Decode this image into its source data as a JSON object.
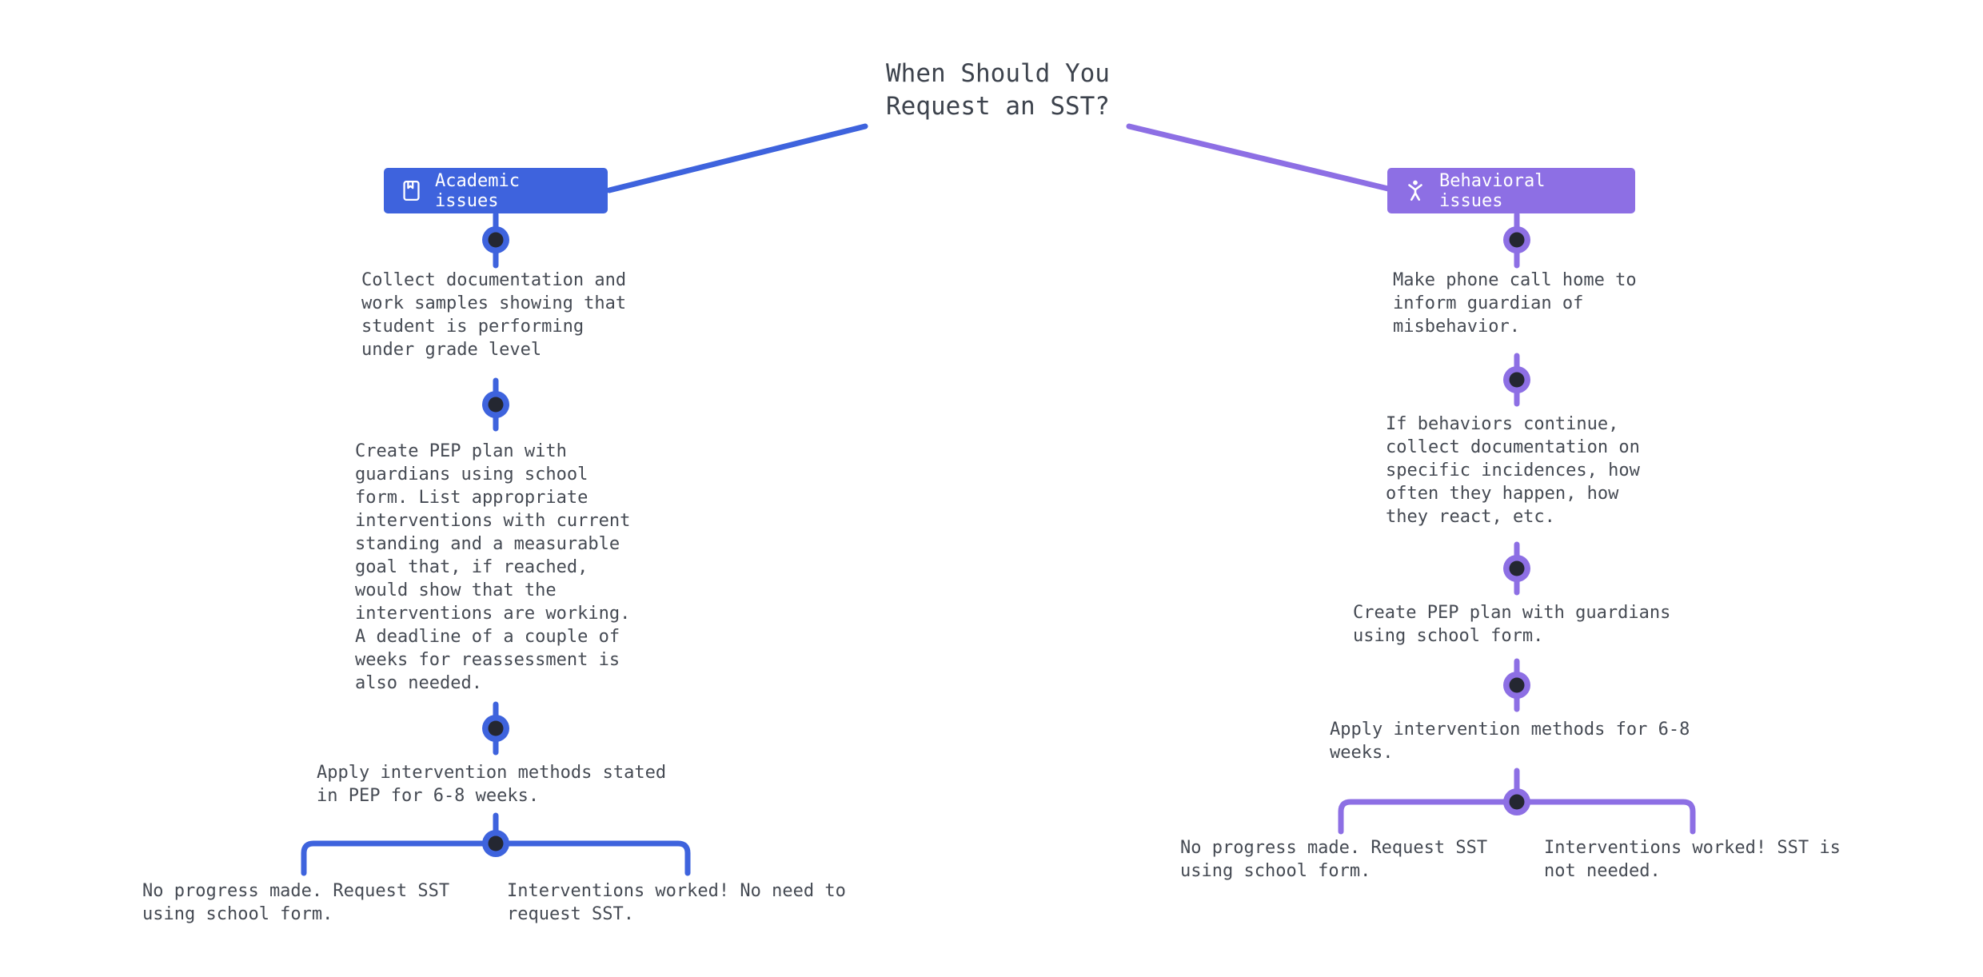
{
  "title": "When Should You\nRequest an SST?",
  "colors": {
    "academic_accent": "#3e63dd",
    "behavioral_accent": "#8d6fe4",
    "node_core": "#242731",
    "body_text": "#454a53",
    "title_text": "#3d434d",
    "background": "#ffffff"
  },
  "branches": {
    "academic": {
      "label": "Academic issues",
      "icon": "book-icon",
      "steps": [
        "Collect documentation and\nwork samples showing that\nstudent is performing\nunder grade level",
        "Create PEP plan with\nguardians using school\nform. List appropriate\ninterventions with current\nstanding and a measurable\ngoal that, if reached,\nwould show that the\ninterventions are working.\nA deadline of a couple of\nweeks for reassessment is\nalso needed.",
        "Apply intervention methods stated\nin PEP for 6-8 weeks."
      ],
      "outcomes": [
        "No progress made. Request SST\nusing school form.",
        "Interventions worked! No need to\nrequest SST."
      ]
    },
    "behavioral": {
      "label": "Behavioral issues",
      "icon": "accessibility-icon",
      "steps": [
        "Make phone call home to\ninform guardian of\nmisbehavior.",
        "If behaviors continue,\ncollect documentation on\nspecific incidences, how\noften they happen, how\nthey react, etc.",
        "Create PEP plan with guardians\nusing school form.",
        "Apply intervention methods for 6-8\nweeks."
      ],
      "outcomes": [
        "No progress made. Request SST\nusing school form.",
        "Interventions worked! SST is\nnot needed."
      ]
    }
  }
}
